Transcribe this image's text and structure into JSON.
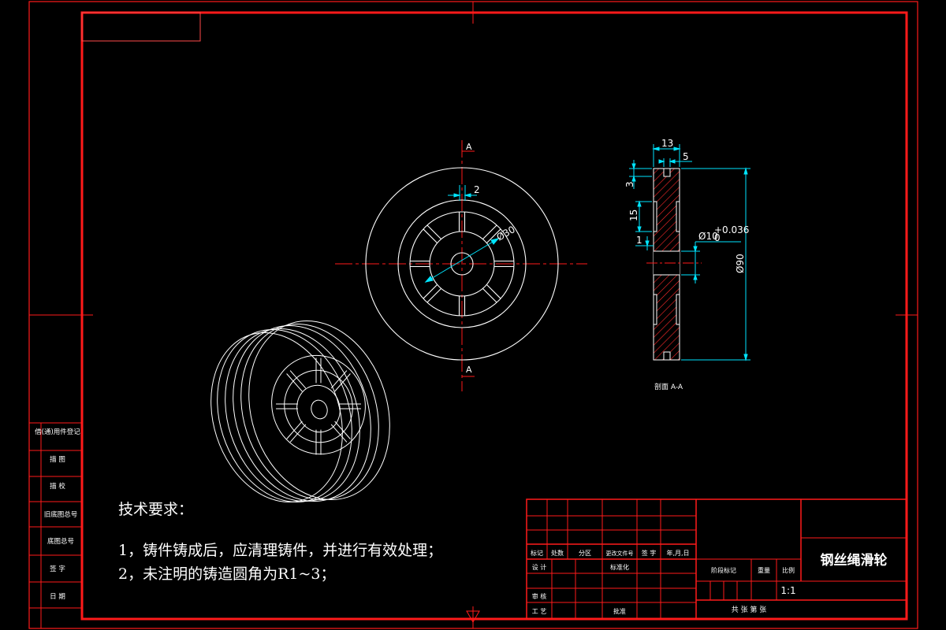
{
  "drawing": {
    "part_name": "钢丝绳滑轮",
    "scale": "1:1",
    "section_view_label": "剖面 A-A",
    "section_mark": "A",
    "colors": {
      "background": "#000000",
      "frame": "#ff1a1a",
      "outline": "#ffffff",
      "dimension": "#00e5ff",
      "hatch": "#ff2a2a"
    }
  },
  "dimensions": {
    "rib_width": "2",
    "hub_diameter": "Ø30",
    "width_total": "13",
    "groove_width": "5",
    "groove_depth": "3",
    "groove_spacing": "15",
    "offset": "1",
    "bore": "Ø10",
    "bore_tol_upper": "+0.036",
    "bore_tol_lower": "0",
    "outer_diameter": "Ø90"
  },
  "tech_requirements": {
    "title": "技术要求：",
    "items": [
      "1，铸件铸成后，应清理铸件，并进行有效处理；",
      "2，未注明的铸造圆角为R1~3；"
    ]
  },
  "side_table": {
    "rows": [
      "借(通)用件登记",
      "描 图",
      "描 校",
      "旧底图总号",
      "底图总号",
      "签 字",
      "日 期"
    ]
  },
  "title_block": {
    "header_cells": [
      "标记",
      "处数",
      "分区",
      "更改文件号",
      "签 字",
      "年,月,日"
    ],
    "design": "设 计",
    "standardize": "标准化",
    "review": "审 核",
    "process": "工 艺",
    "approve": "批准",
    "stage_mark": "阶段标记",
    "weight": "重量",
    "scale_label": "比例",
    "sheets": "共 张 第 张"
  }
}
